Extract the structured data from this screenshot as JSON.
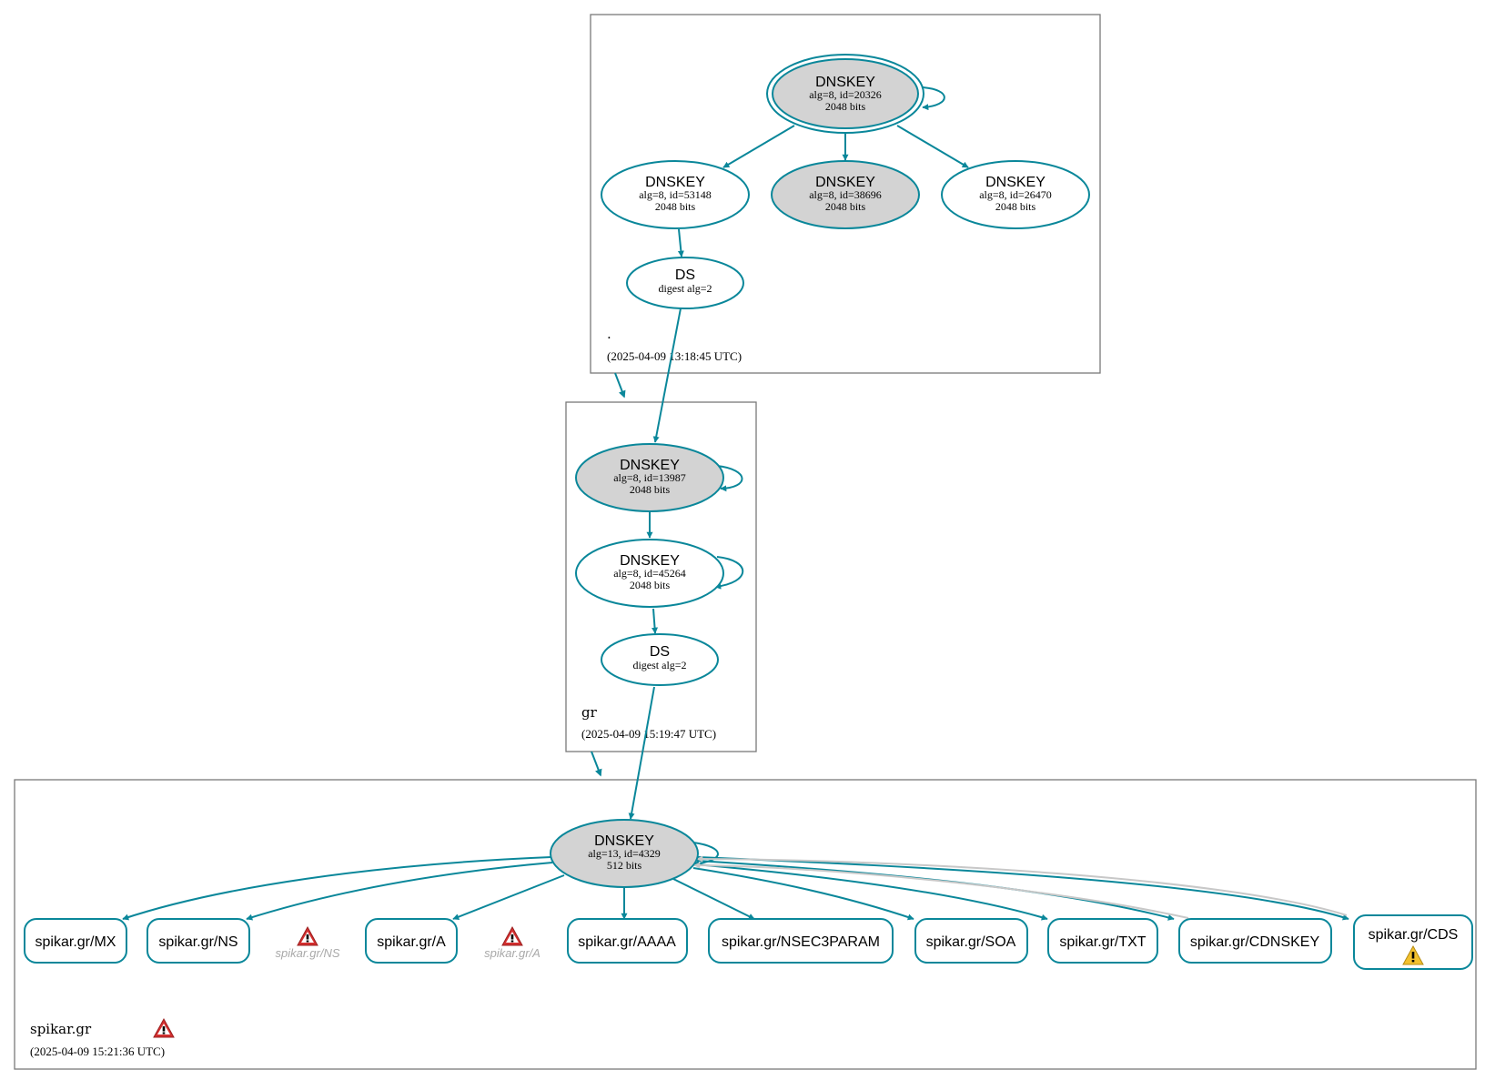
{
  "colors": {
    "edge": "#0a879a",
    "faded_edge": "#c8c8c8",
    "key_fill_signing": "#d3d3d3",
    "key_fill_plain": "#ffffff",
    "warning_red": "#d32f2f",
    "warning_yellow": "#f2c12e"
  },
  "zones": {
    "root": {
      "label": ".",
      "timestamp": "(2025-04-09 13:18:45 UTC)",
      "nodes": {
        "ksk": {
          "title": "DNSKEY",
          "line1": "alg=8, id=20326",
          "line2": "2048 bits"
        },
        "zsk_53148": {
          "title": "DNSKEY",
          "line1": "alg=8, id=53148",
          "line2": "2048 bits"
        },
        "key_38696": {
          "title": "DNSKEY",
          "line1": "alg=8, id=38696",
          "line2": "2048 bits"
        },
        "key_26470": {
          "title": "DNSKEY",
          "line1": "alg=8, id=26470",
          "line2": "2048 bits"
        },
        "ds": {
          "title": "DS",
          "line1": "digest alg=2"
        }
      }
    },
    "gr": {
      "label": "gr",
      "timestamp": "(2025-04-09 15:19:47 UTC)",
      "nodes": {
        "ksk": {
          "title": "DNSKEY",
          "line1": "alg=8, id=13987",
          "line2": "2048 bits"
        },
        "zsk": {
          "title": "DNSKEY",
          "line1": "alg=8, id=45264",
          "line2": "2048 bits"
        },
        "ds": {
          "title": "DS",
          "line1": "digest alg=2"
        }
      }
    },
    "spikar": {
      "label": "spikar.gr",
      "timestamp": "(2025-04-09 15:21:36 UTC)",
      "nodes": {
        "key": {
          "title": "DNSKEY",
          "line1": "alg=13, id=4329",
          "line2": "512 bits"
        }
      },
      "records": {
        "mx": "spikar.gr/MX",
        "ns": "spikar.gr/NS",
        "a": "spikar.gr/A",
        "aaaa": "spikar.gr/AAAA",
        "nsec3param": "spikar.gr/NSEC3PARAM",
        "soa": "spikar.gr/SOA",
        "txt": "spikar.gr/TXT",
        "cdnskey": "spikar.gr/CDNSKEY",
        "cds": "spikar.gr/CDS"
      },
      "ghost_records": {
        "ns": "spikar.gr/NS",
        "a": "spikar.gr/A"
      }
    }
  }
}
